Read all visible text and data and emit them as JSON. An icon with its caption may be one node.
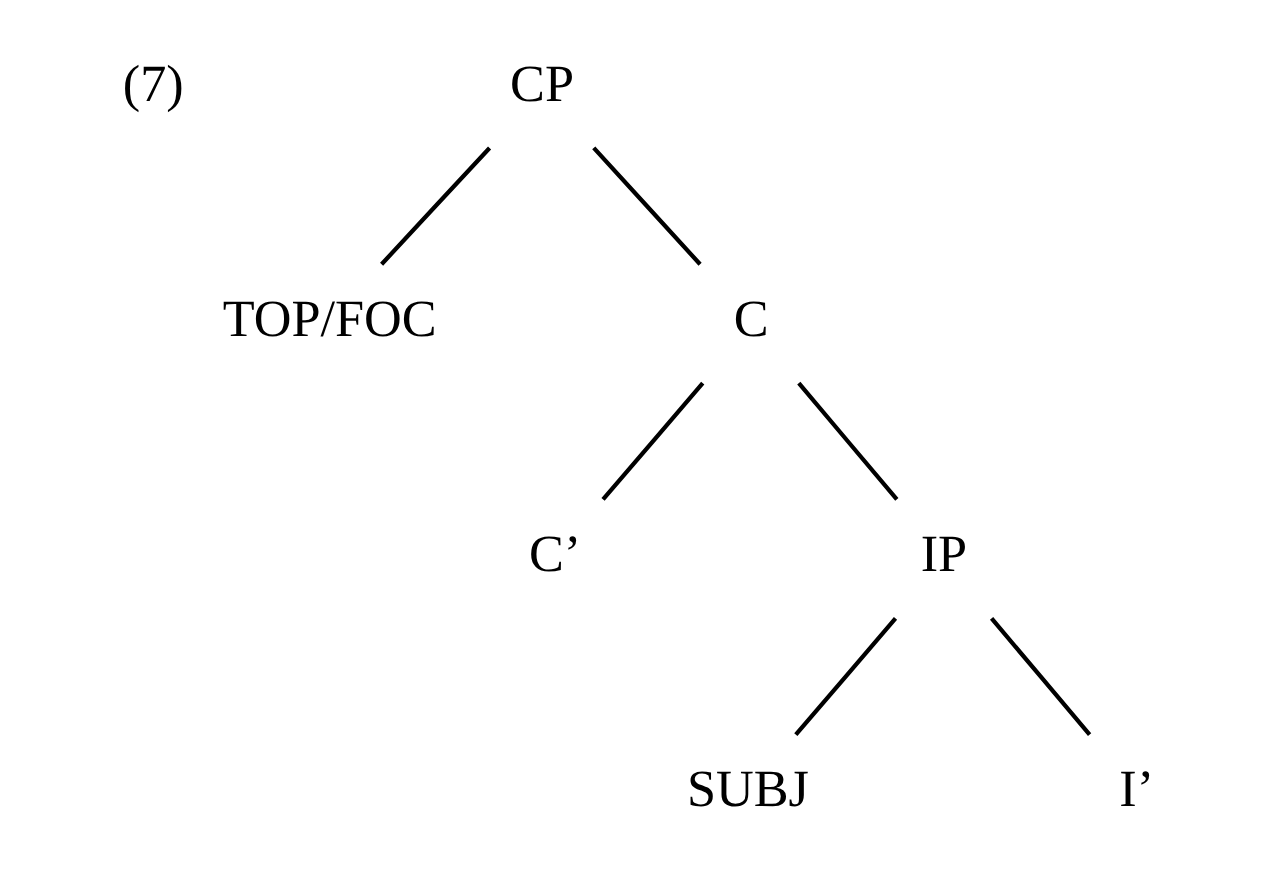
{
  "diagram": {
    "nodes": [
      {
        "text": [
          "CP"
        ]
      },
      {
        "text": [
          "TOP/FOC"
        ]
      },
      {
        "text": [
          "C"
        ]
      },
      {
        "text": [
          "C’"
        ]
      },
      {
        "text": [
          "IP"
        ]
      },
      {
        "text": [
          "SUBJ"
        ]
      },
      {
        "text": [
          "I’"
        ]
      }
    ],
    "edges": [
      {
        "from": 0,
        "to": 1,
        "arrow": "none"
      },
      {
        "from": 0,
        "to": 2,
        "arrow": "none"
      },
      {
        "from": 2,
        "to": 3,
        "arrow": "none"
      },
      {
        "from": 2,
        "to": 4,
        "arrow": "none"
      },
      {
        "from": 4,
        "to": 5,
        "arrow": "none"
      },
      {
        "from": 4,
        "to": 6,
        "arrow": "none"
      }
    ],
    "labels": [
      "(7)"
    ]
  }
}
